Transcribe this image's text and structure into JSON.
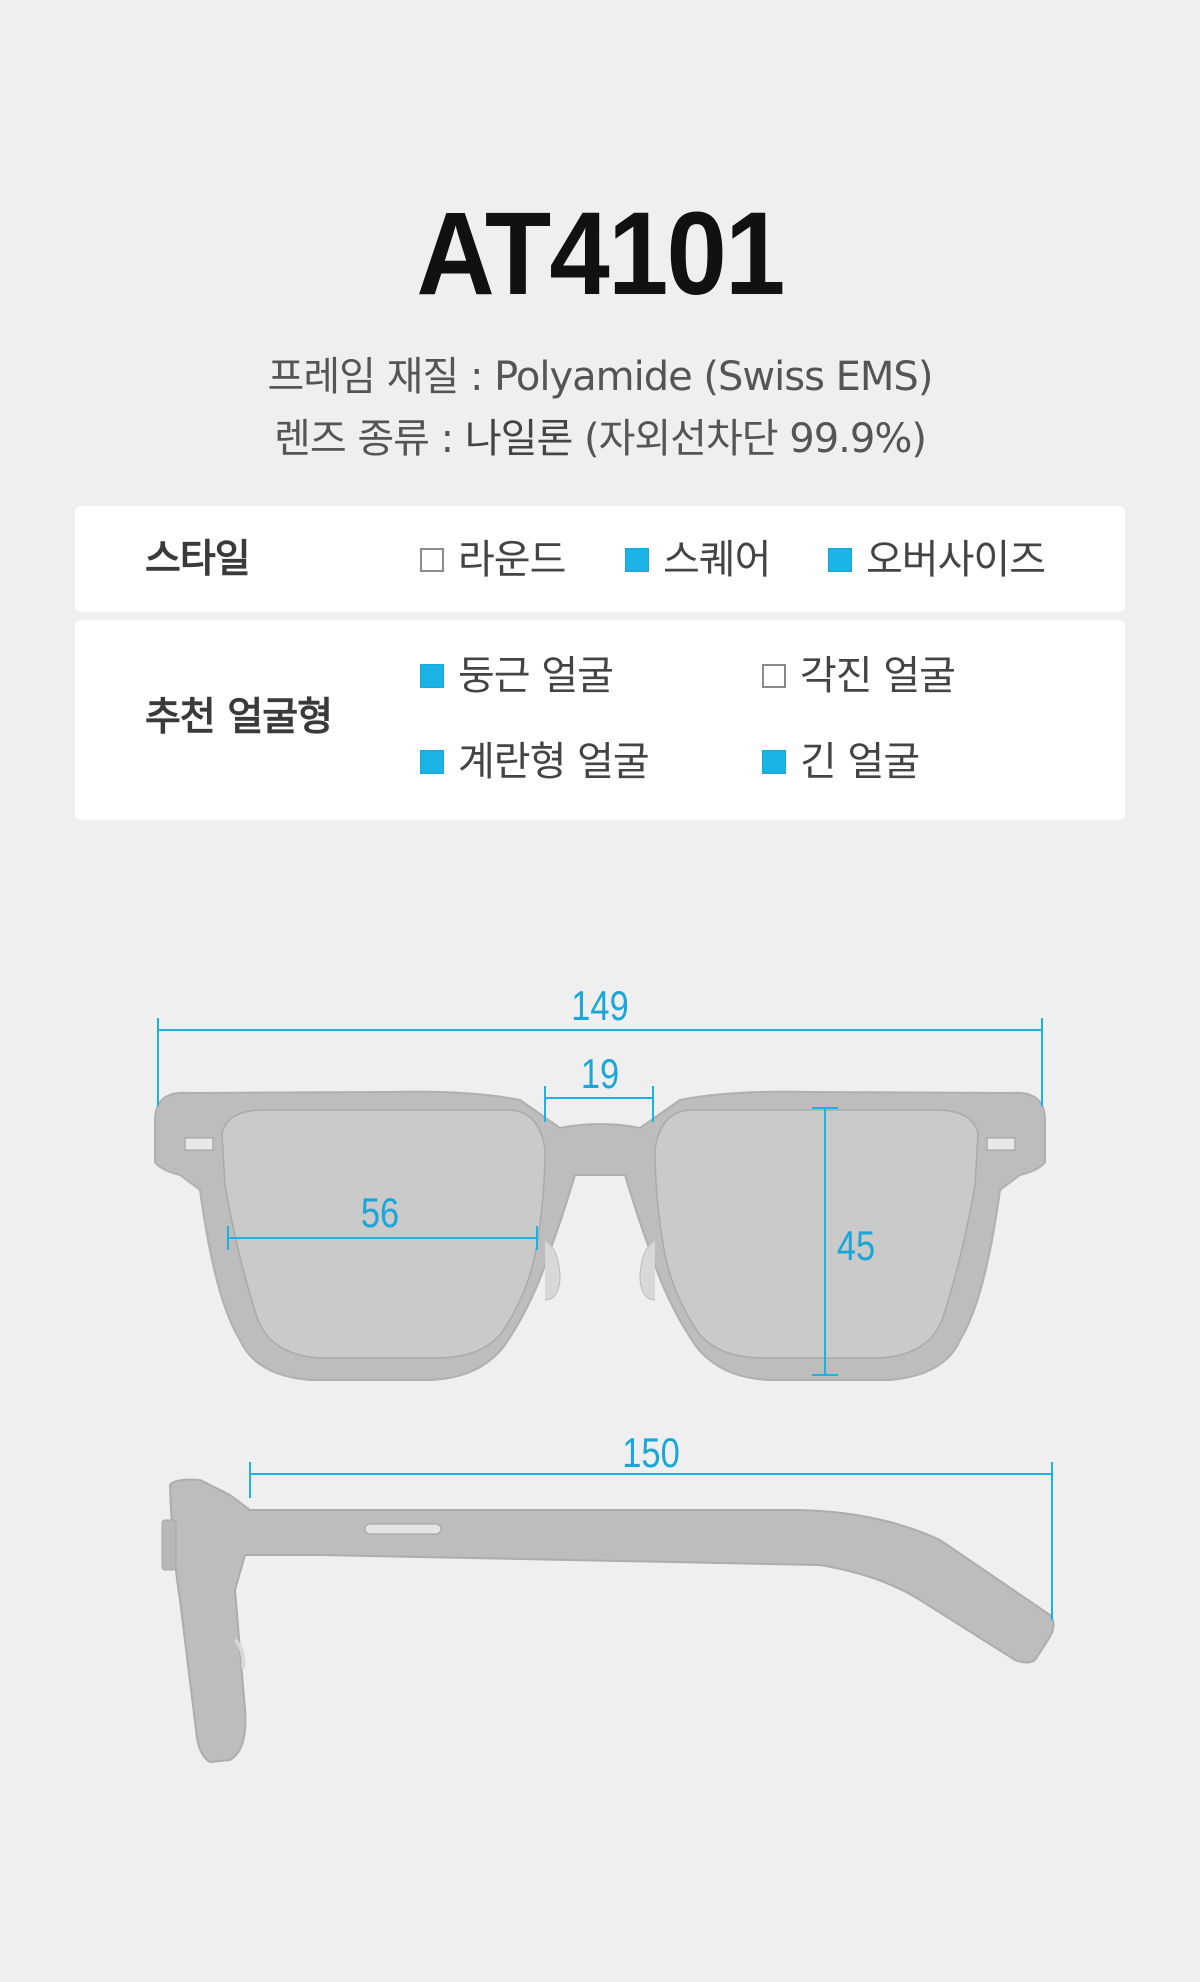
{
  "product": {
    "model": "AT4101",
    "frame_material_line": "프레임 재질 : Polyamide (Swiss EMS)",
    "lens_type_prefix": "렌즈 종류 : ",
    "lens_type_value": "나일론",
    "lens_type_suffix": " (자외선차단 99.9%)"
  },
  "style_card": {
    "label": "스타일",
    "options": [
      {
        "label": "라운드",
        "checked": false
      },
      {
        "label": "스퀘어",
        "checked": true
      },
      {
        "label": "오버사이즈",
        "checked": true
      }
    ]
  },
  "face_card": {
    "label": "추천 얼굴형",
    "options": [
      {
        "label": "둥근 얼굴",
        "checked": true
      },
      {
        "label": "각진 얼굴",
        "checked": false
      },
      {
        "label": "계란형 얼굴",
        "checked": true
      },
      {
        "label": "긴 얼굴",
        "checked": true
      }
    ]
  },
  "dimensions": {
    "total_width": "149",
    "bridge": "19",
    "lens_width": "56",
    "lens_height": "45",
    "temple_length": "150"
  },
  "colors": {
    "accent": "#1bb2e6",
    "frame_gray": "#b9b9b9",
    "background": "#efefef"
  }
}
